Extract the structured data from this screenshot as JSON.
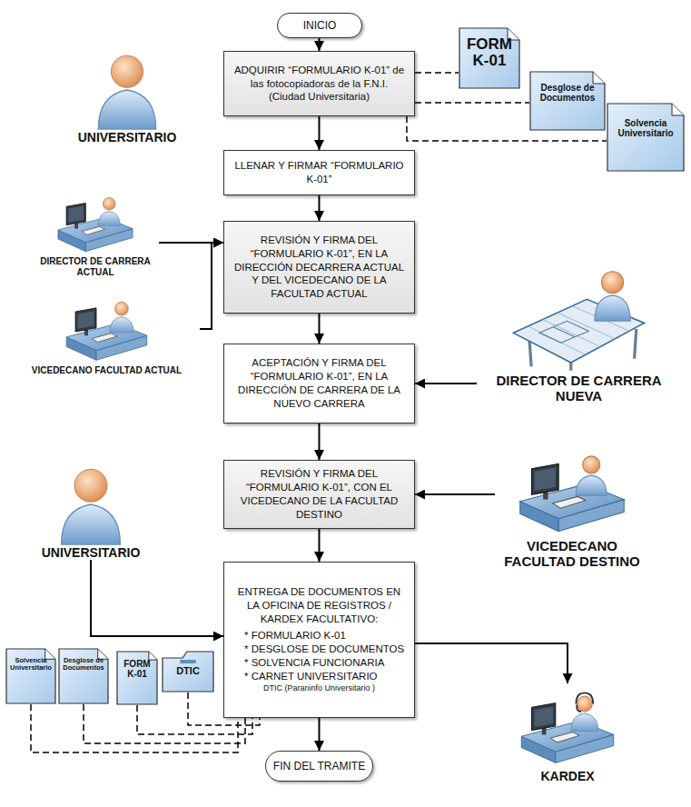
{
  "diagram": {
    "nodes": [
      {
        "text": [
          "INICIO"
        ]
      },
      {
        "text": [
          "ADQUIRIR “FORMULARIO K-01” de las fotocopiadoras de la F.N.I. (Ciudad Universitaria)"
        ]
      },
      {
        "text": [
          "FORM K-01"
        ]
      },
      {
        "text": [
          "Desglose de Documentos"
        ]
      },
      {
        "text": [
          "Solvencia Universitario"
        ]
      },
      {
        "text": [
          "UNIVERSITARIO"
        ]
      },
      {
        "text": [
          "LLENAR Y FIRMAR “FORMULARIO K-01”"
        ]
      },
      {
        "text": [
          "DIRECTOR DE CARRERA ACTUAL"
        ]
      },
      {
        "text": [
          "VICEDECANO FACULTAD ACTUAL"
        ]
      },
      {
        "text": [
          "REVISIÓN Y FIRMA DEL “FORMULARIO K-01”, EN LA DIRECCIÓN DECARRERA ACTUAL Y DEL VICEDECANO DE LA FACULTAD ACTUAL"
        ]
      },
      {
        "text": [
          "ACEPTACIÓN Y FIRMA DEL “FORMULARIO K-01”, EN LA DIRECCIÓN DE CARRERA DE LA NUEVO CARRERA"
        ]
      },
      {
        "text": [
          "DIRECTOR DE CARRERA NUEVA"
        ]
      },
      {
        "text": [
          "REVISIÓN Y FIRMA DEL “FORMULARIO K-01”, CON EL VICEDECANO DE LA FACULTAD DESTINO"
        ]
      },
      {
        "text": [
          "VICEDECANO FACULTAD DESTINO"
        ]
      },
      {
        "text": [
          "UNIVERSITARIO"
        ]
      },
      {
        "text": [
          "ENTREGA DE DOCUMENTOS EN LA OFICINA DE REGISTROS / KARDEX FACULTATIVO:",
          "* FORMULARIO K-01",
          "* DESGLOSE DE DOCUMENTOS",
          "* SOLVENCIA FUNCIONARIA",
          "* CARNET UNIVERSITARIO",
          "DTIC (Paraninfo Universitario )"
        ]
      },
      {
        "text": [
          "Solvencia Universitario"
        ]
      },
      {
        "text": [
          "Desglose de Documentos"
        ]
      },
      {
        "text": [
          "FORM K-01"
        ]
      },
      {
        "text": [
          "DTIC"
        ]
      },
      {
        "text": [
          "KARDEX"
        ]
      },
      {
        "text": [
          "FIN DEL TRAMITE"
        ]
      }
    ],
    "edges": [
      {
        "from": 0,
        "to": 1,
        "arrow": "to"
      },
      {
        "from": 1,
        "to": 2,
        "arrow": "none"
      },
      {
        "from": 1,
        "to": 3,
        "arrow": "none"
      },
      {
        "from": 1,
        "to": 4,
        "arrow": "none"
      },
      {
        "from": 1,
        "to": 6,
        "arrow": "to"
      },
      {
        "from": 7,
        "to": 9,
        "arrow": "to"
      },
      {
        "from": 8,
        "to": 9,
        "arrow": "to"
      },
      {
        "from": 6,
        "to": 9,
        "arrow": "to"
      },
      {
        "from": 9,
        "to": 10,
        "arrow": "to"
      },
      {
        "from": 11,
        "to": 10,
        "arrow": "to"
      },
      {
        "from": 10,
        "to": 12,
        "arrow": "to"
      },
      {
        "from": 13,
        "to": 12,
        "arrow": "to"
      },
      {
        "from": 12,
        "to": 15,
        "arrow": "to"
      },
      {
        "from": 14,
        "to": 15,
        "arrow": "to"
      },
      {
        "from": 15,
        "to": 20,
        "arrow": "to"
      },
      {
        "from": 16,
        "to": 15,
        "arrow": "none"
      },
      {
        "from": 17,
        "to": 15,
        "arrow": "none"
      },
      {
        "from": 18,
        "to": 15,
        "arrow": "none"
      },
      {
        "from": 19,
        "to": 15,
        "arrow": "none"
      },
      {
        "from": 15,
        "to": 21,
        "arrow": "to"
      }
    ]
  }
}
